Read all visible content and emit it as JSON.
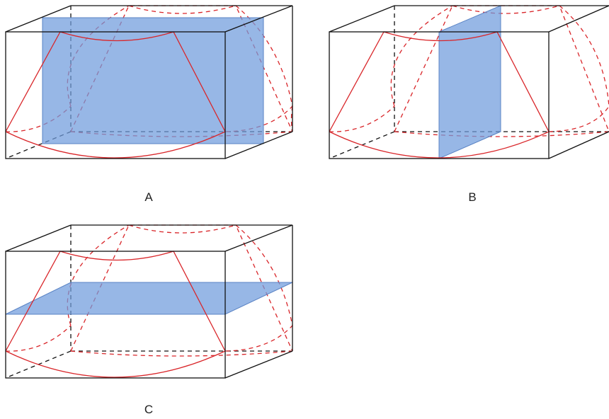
{
  "colors": {
    "plane_fill": "#6f9bdc",
    "volume_line": "#d9262a",
    "box_line": "#111111"
  },
  "panels": [
    {
      "id": "A",
      "caption": "A",
      "plane": "coronal"
    },
    {
      "id": "B",
      "caption": "B",
      "plane": "sagittal"
    },
    {
      "id": "C",
      "caption": "C",
      "plane": "transverse"
    }
  ]
}
